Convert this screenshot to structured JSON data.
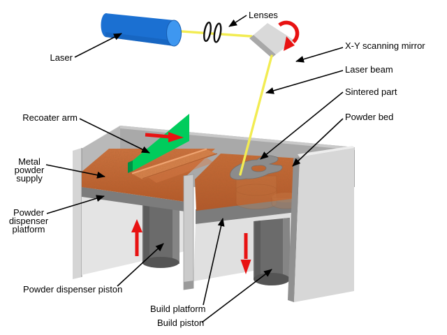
{
  "figure": {
    "type": "technical-diagram",
    "subject": "selective laser sintering machine",
    "labels": {
      "lenses": "Lenses",
      "laser": "Laser",
      "xy_scanning_mirror": "X-Y scanning mirror",
      "laser_beam": "Laser beam",
      "sintered_part": "Sintered part",
      "powder_bed": "Powder bed",
      "recoater_arm": "Recoater arm",
      "metal_powder_supply": [
        "Metal",
        "powder",
        "supply"
      ],
      "powder_dispenser_platform": [
        "Powder",
        "dispenser",
        "platform"
      ],
      "powder_dispenser_piston": "Powder dispenser piston",
      "build_platform": "Build platform",
      "build_piston": "Build piston"
    },
    "colors": {
      "laser_housing": "#1b70d2",
      "laser_beam": "#f2ec52",
      "recoater_arm": "#00cc5c",
      "powder": "#c2622e",
      "motion_arrow": "#e81212",
      "machine_wall": "#a9a9a9",
      "sintered_part": "#8c8c8c",
      "label_text": "#000000",
      "background": "#ffffff"
    },
    "motion_arrows": [
      {
        "name": "recoater-direction",
        "direction": "right"
      },
      {
        "name": "powder-dispenser-piston-direction",
        "direction": "up"
      },
      {
        "name": "build-piston-direction",
        "direction": "down"
      },
      {
        "name": "mirror-rotation",
        "direction": "rotate"
      }
    ]
  }
}
